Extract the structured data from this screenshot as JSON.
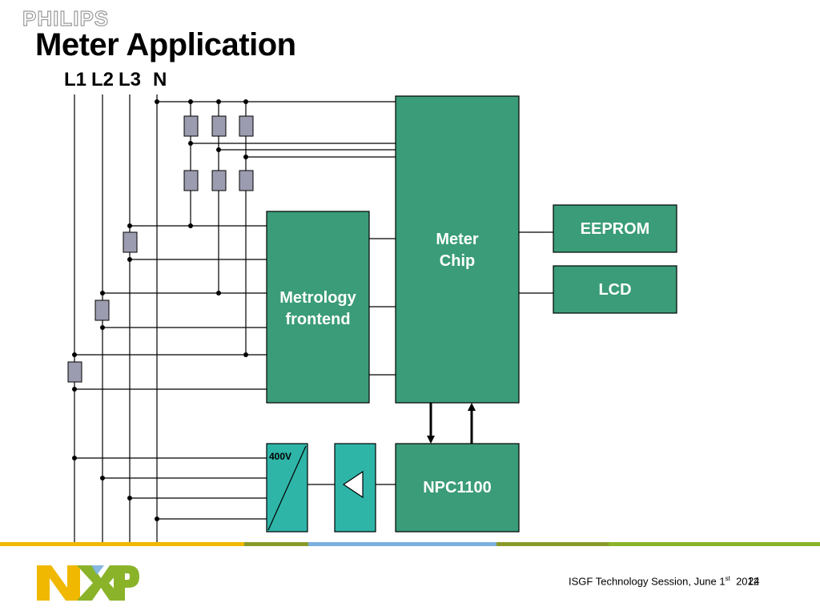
{
  "header": {
    "brand": "PHILIPS",
    "title": "Meter Application"
  },
  "lines": {
    "l1": "L1",
    "l2": "L2",
    "l3": "L3",
    "n": "N"
  },
  "blocks": {
    "meter_chip": "Meter\nChip",
    "metrology": "Metrology\nfrontend",
    "eeprom": "EEPROM",
    "lcd": "LCD",
    "npc": "NPC1100",
    "psu_label": "400V"
  },
  "footer": {
    "text_pre": "ISGF Technology Session, June 1",
    "sup": "st",
    "year": "2012",
    "page": "24"
  },
  "colors": {
    "block_green": "#3a9c78",
    "psu_teal": "#2eb5a8",
    "resistor": "#9c9cb0",
    "bar_yellow": "#f0b800",
    "bar_olive": "#8a9a2a",
    "bar_blue": "#7ab0dd",
    "bar_green": "#8ab32a"
  },
  "logo": {
    "text": "NXP"
  }
}
